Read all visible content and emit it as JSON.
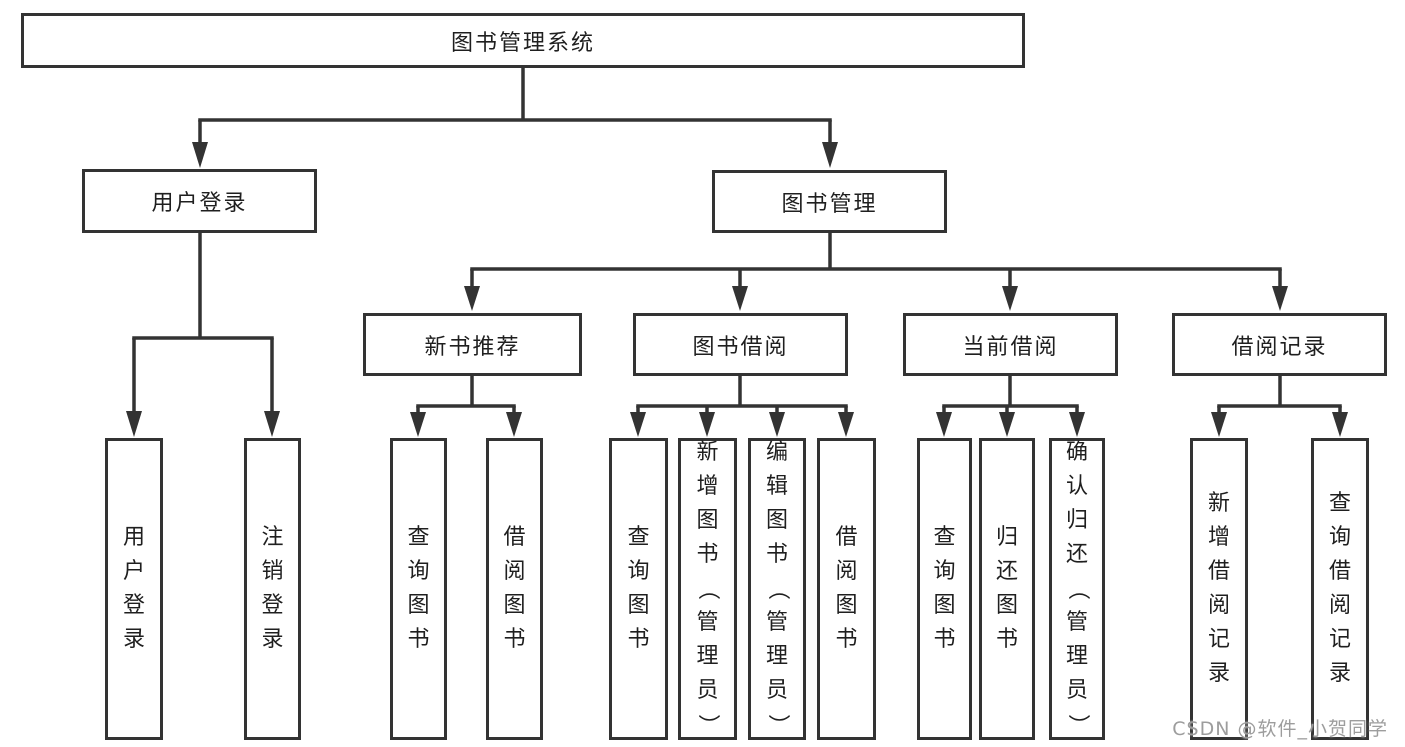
{
  "diagram": {
    "root": {
      "label": "图书管理系统"
    },
    "user_login": {
      "label": "用户登录",
      "children": [
        {
          "label": "用户登录"
        },
        {
          "label": "注销登录"
        }
      ]
    },
    "book_mgmt": {
      "label": "图书管理",
      "modules": [
        {
          "label": "新书推荐",
          "children": [
            {
              "label": "查询图书"
            },
            {
              "label": "借阅图书"
            }
          ]
        },
        {
          "label": "图书借阅",
          "children": [
            {
              "label": "查询图书"
            },
            {
              "label": "新增图书（管理员）"
            },
            {
              "label": "编辑图书（管理员）"
            },
            {
              "label": "借阅图书"
            }
          ]
        },
        {
          "label": "当前借阅",
          "children": [
            {
              "label": "查询图书"
            },
            {
              "label": "归还图书"
            },
            {
              "label": "确认归还（管理员）"
            }
          ]
        },
        {
          "label": "借阅记录",
          "children": [
            {
              "label": "新增借阅记录"
            },
            {
              "label": "查询借阅记录"
            }
          ]
        }
      ]
    }
  },
  "watermark": {
    "text": "CSDN @软件_小贺同学"
  },
  "colors": {
    "line": "#333333",
    "box_border": "#333333",
    "box_fill": "#ffffff",
    "text": "#1f1f1f",
    "watermark": "#9d9d9d"
  }
}
